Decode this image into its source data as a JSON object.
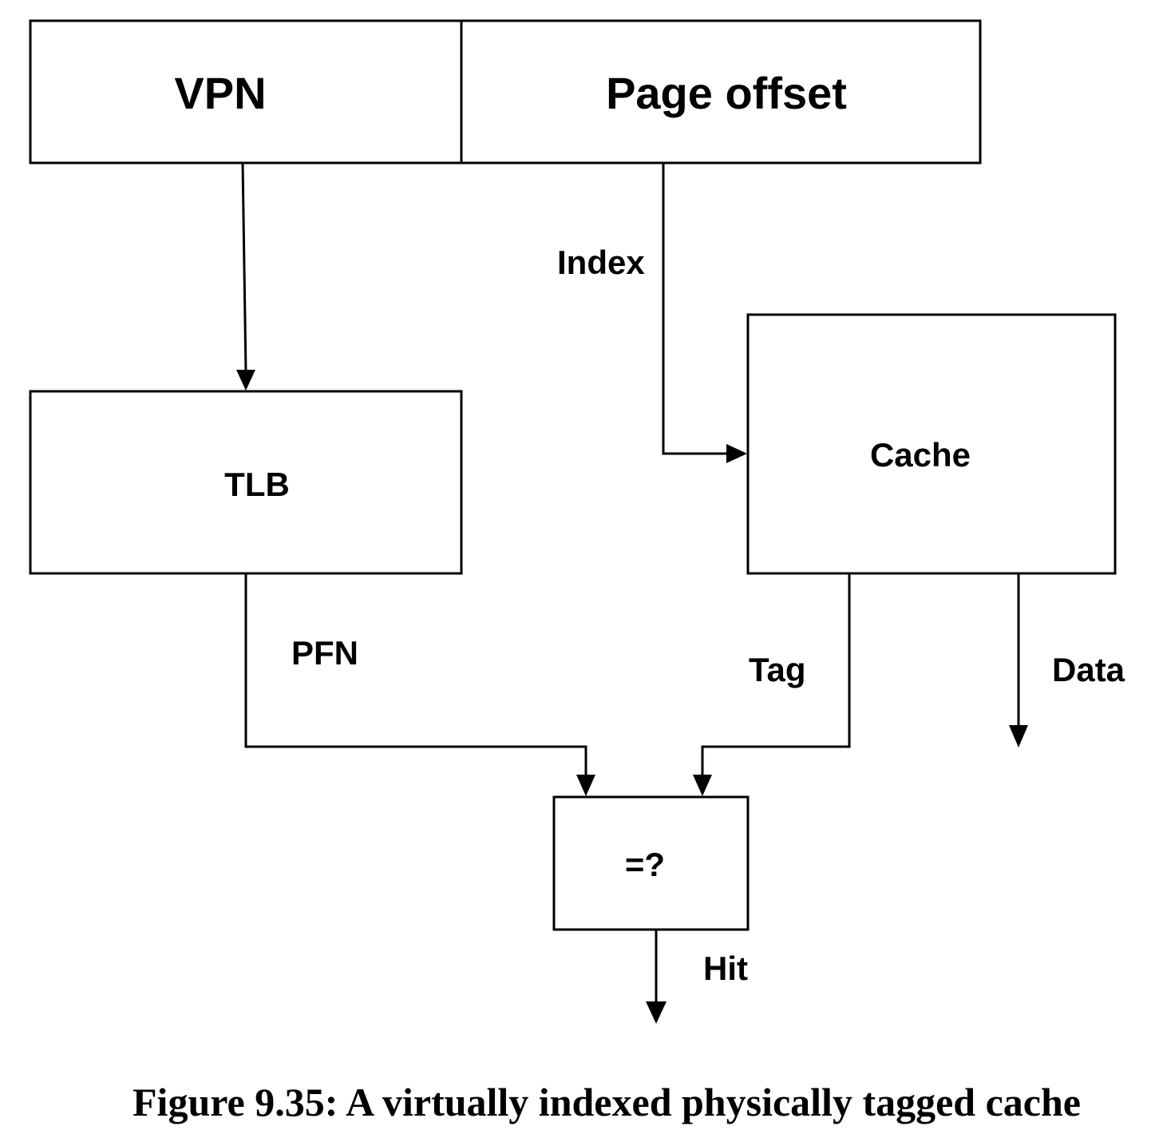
{
  "address": {
    "vpn_label": "VPN",
    "page_offset_label": "Page offset"
  },
  "blocks": {
    "tlb_label": "TLB",
    "cache_label": "Cache",
    "compare_label": "=?"
  },
  "signals": {
    "index_label": "Index",
    "pfn_label": "PFN",
    "tag_label": "Tag",
    "data_label": "Data",
    "hit_label": "Hit"
  },
  "caption": "Figure 9.35: A virtually indexed physically tagged cache"
}
